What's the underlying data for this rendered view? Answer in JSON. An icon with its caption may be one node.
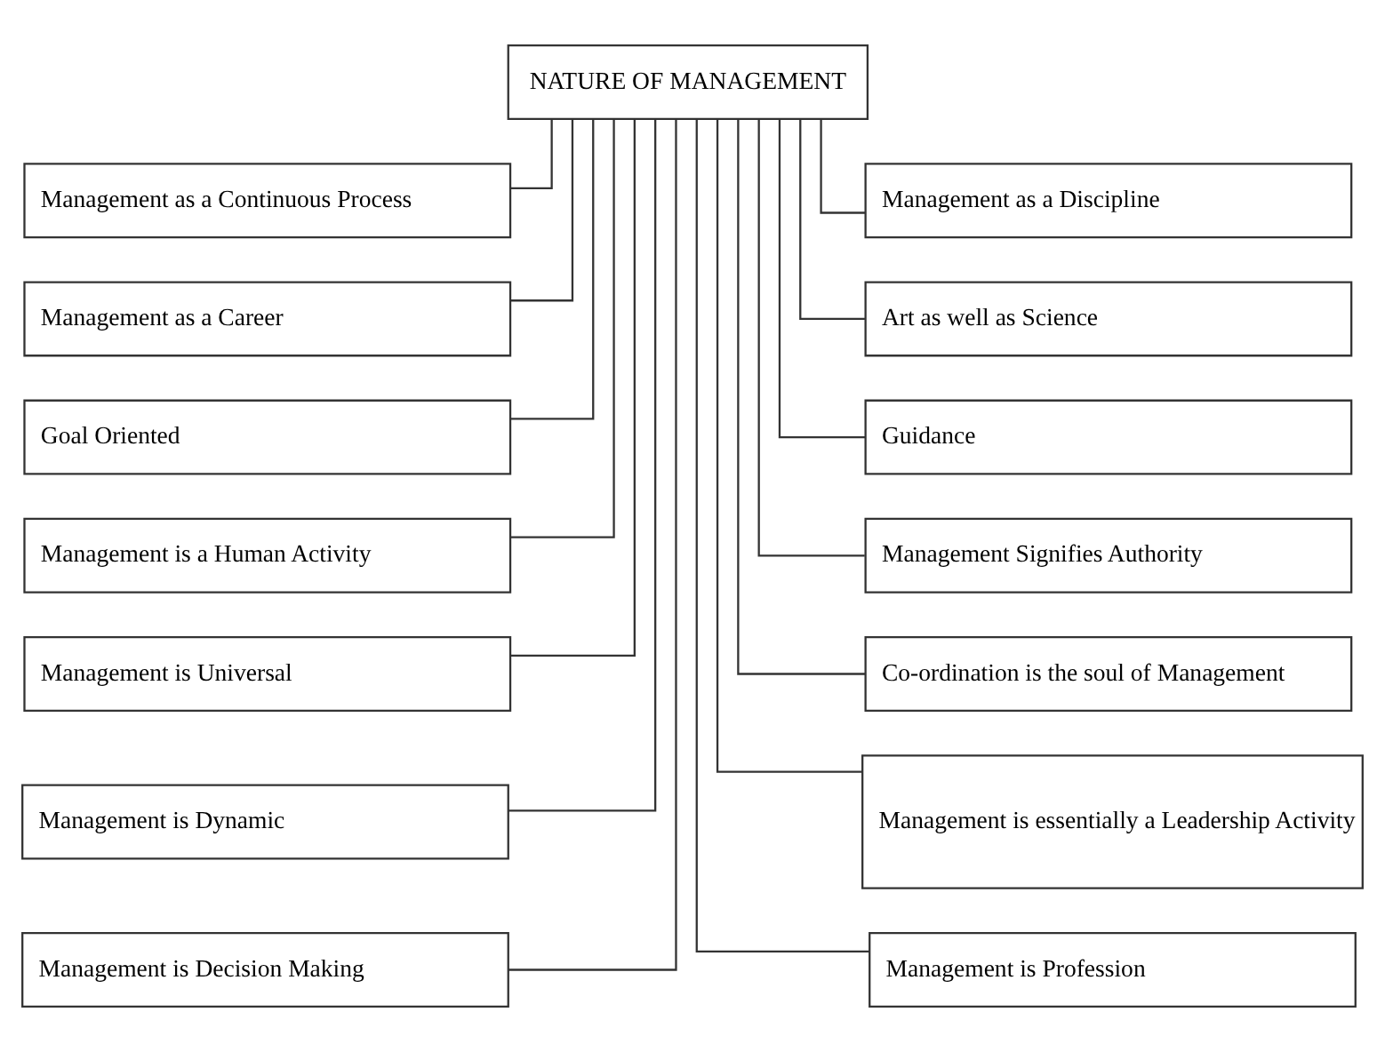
{
  "diagram": {
    "nodes": [
      {
        "text": [
          "NATURE OF MANAGEMENT"
        ]
      },
      {
        "text": [
          "Management as a Continuous Process"
        ]
      },
      {
        "text": [
          "Management as a Discipline"
        ]
      },
      {
        "text": [
          "Management as a Career"
        ]
      },
      {
        "text": [
          "Art as well as Science"
        ]
      },
      {
        "text": [
          "Goal Oriented"
        ]
      },
      {
        "text": [
          "Guidance"
        ]
      },
      {
        "text": [
          "Management is a Human Activity"
        ]
      },
      {
        "text": [
          "Management Signifies Authority"
        ]
      },
      {
        "text": [
          "Management is Universal"
        ]
      },
      {
        "text": [
          "Co-ordination is the soul of Management"
        ]
      },
      {
        "text": [
          "Management is Dynamic"
        ]
      },
      {
        "text": [
          "Management is essentially a Leadership Activity"
        ]
      },
      {
        "text": [
          "Management is Decision Making"
        ]
      },
      {
        "text": [
          "Management is Profession"
        ]
      }
    ],
    "edges": [
      {
        "from": 0,
        "to": 1,
        "arrow": "none"
      },
      {
        "from": 0,
        "to": 2,
        "arrow": "none"
      },
      {
        "from": 0,
        "to": 3,
        "arrow": "none"
      },
      {
        "from": 0,
        "to": 4,
        "arrow": "none"
      },
      {
        "from": 0,
        "to": 5,
        "arrow": "none"
      },
      {
        "from": 0,
        "to": 6,
        "arrow": "none"
      },
      {
        "from": 0,
        "to": 7,
        "arrow": "none"
      },
      {
        "from": 0,
        "to": 8,
        "arrow": "none"
      },
      {
        "from": 0,
        "to": 9,
        "arrow": "none"
      },
      {
        "from": 0,
        "to": 10,
        "arrow": "none"
      },
      {
        "from": 0,
        "to": 11,
        "arrow": "none"
      },
      {
        "from": 0,
        "to": 12,
        "arrow": "none"
      },
      {
        "from": 0,
        "to": 13,
        "arrow": "none"
      },
      {
        "from": 0,
        "to": 14,
        "arrow": "none"
      }
    ]
  }
}
